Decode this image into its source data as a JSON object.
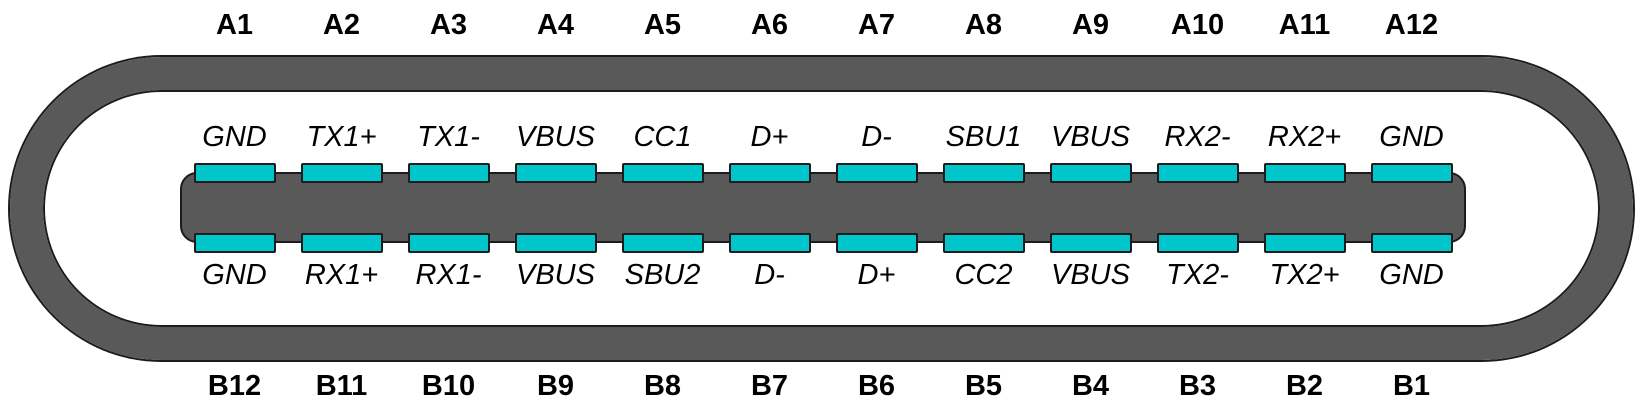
{
  "colors": {
    "shell_gray": "#595959",
    "pin_cyan": "#00C5CB",
    "outline": "#1c1c1c",
    "background": "#ffffff",
    "text": "#000000"
  },
  "pins": [
    {
      "a_pin": "A1",
      "a_signal": "GND",
      "b_signal": "GND",
      "b_pin": "B12"
    },
    {
      "a_pin": "A2",
      "a_signal": "TX1+",
      "b_signal": "RX1+",
      "b_pin": "B11"
    },
    {
      "a_pin": "A3",
      "a_signal": "TX1-",
      "b_signal": "RX1-",
      "b_pin": "B10"
    },
    {
      "a_pin": "A4",
      "a_signal": "VBUS",
      "b_signal": "VBUS",
      "b_pin": "B9"
    },
    {
      "a_pin": "A5",
      "a_signal": "CC1",
      "b_signal": "SBU2",
      "b_pin": "B8"
    },
    {
      "a_pin": "A6",
      "a_signal": "D+",
      "b_signal": "D-",
      "b_pin": "B7"
    },
    {
      "a_pin": "A7",
      "a_signal": "D-",
      "b_signal": "D+",
      "b_pin": "B6"
    },
    {
      "a_pin": "A8",
      "a_signal": "SBU1",
      "b_signal": "CC2",
      "b_pin": "B5"
    },
    {
      "a_pin": "A9",
      "a_signal": "VBUS",
      "b_signal": "VBUS",
      "b_pin": "B4"
    },
    {
      "a_pin": "A10",
      "a_signal": "RX2-",
      "b_signal": "TX2-",
      "b_pin": "B3"
    },
    {
      "a_pin": "A11",
      "a_signal": "RX2+",
      "b_signal": "TX2+",
      "b_pin": "B2"
    },
    {
      "a_pin": "A12",
      "a_signal": "GND",
      "b_signal": "GND",
      "b_pin": "B1"
    }
  ]
}
